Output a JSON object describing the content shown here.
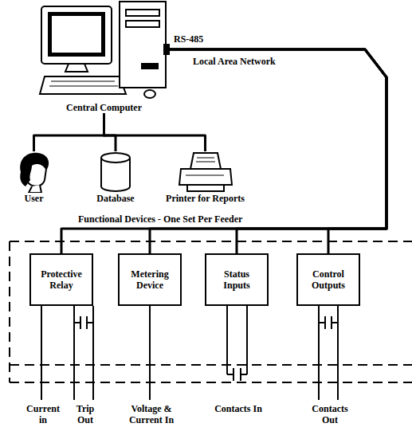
{
  "diagram": {
    "nodes": [
      {
        "text": [
          "Central Computer"
        ]
      },
      {
        "text": [
          "User"
        ]
      },
      {
        "text": [
          "Database"
        ]
      },
      {
        "text": [
          "Printer for Reports"
        ]
      },
      {
        "text": [
          "Protective Relay"
        ]
      },
      {
        "text": [
          "Metering Device"
        ]
      },
      {
        "text": [
          "Status Inputs"
        ]
      },
      {
        "text": [
          "Control Outputs"
        ]
      }
    ],
    "edges": [
      {
        "from": 0,
        "to": 1,
        "arrow": "none"
      },
      {
        "from": 0,
        "to": 2,
        "arrow": "none"
      },
      {
        "from": 0,
        "to": 3,
        "arrow": "none"
      },
      {
        "from": 0,
        "to": 4,
        "label": "Local Area Network",
        "arrow": "none"
      },
      {
        "from": 0,
        "to": 5,
        "arrow": "none"
      },
      {
        "from": 0,
        "to": 6,
        "arrow": "none"
      },
      {
        "from": 0,
        "to": 7,
        "arrow": "none"
      }
    ],
    "labels": [
      "RS-485",
      "Functional Devices - One Set Per Feeder",
      "Current in",
      "Trip Out",
      "Voltage & Current In",
      "Contacts In",
      "Contacts Out"
    ]
  }
}
